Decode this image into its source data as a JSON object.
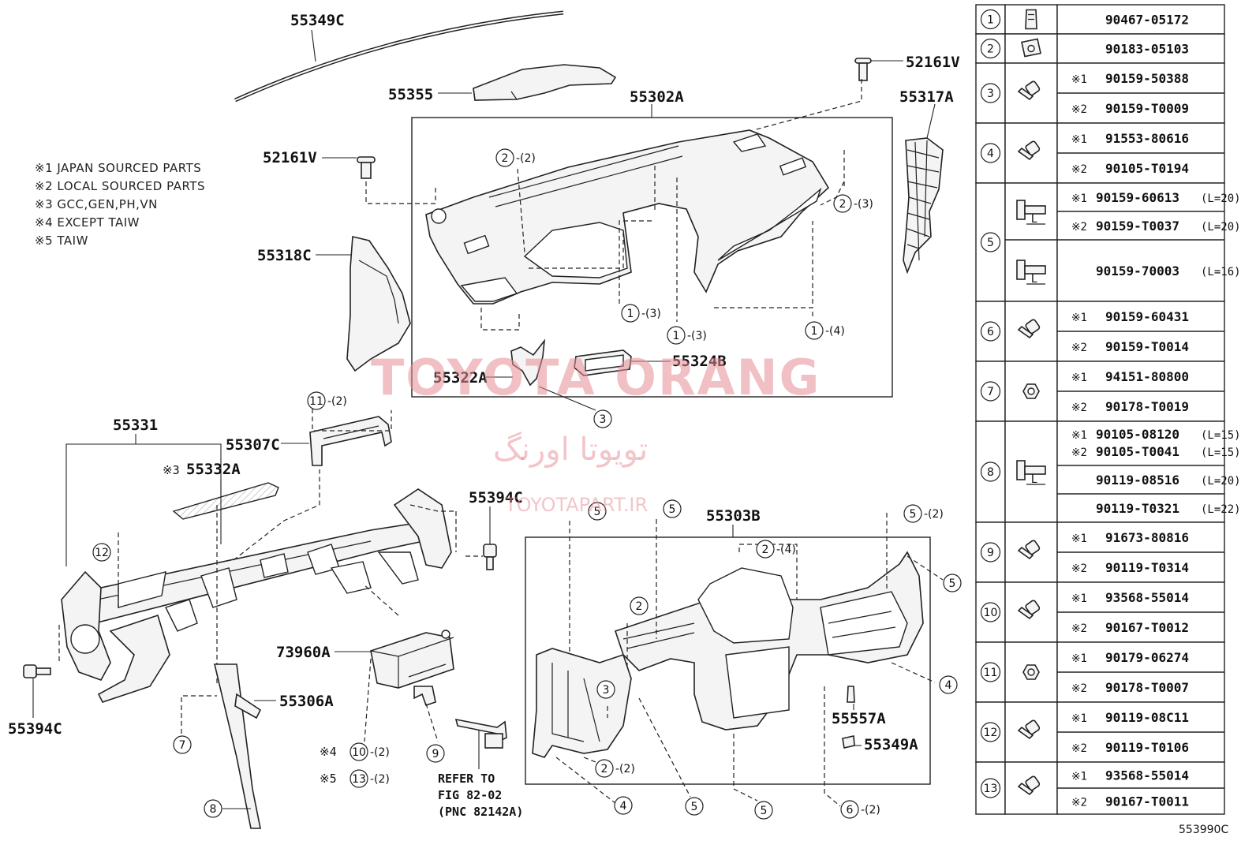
{
  "labels": {
    "l_55349C": "55349C",
    "l_55355": "55355",
    "l_52161V_top": "52161V",
    "l_55302A": "55302A",
    "l_55317A": "55317A",
    "l_52161V_left": "52161V",
    "l_55318C": "55318C",
    "l_55322A": "55322A",
    "l_55324B": "55324B",
    "l_55331": "55331",
    "l_55307C": "55307C",
    "l_55332A": "55332A",
    "l_55394C_right": "55394C",
    "l_55394C_left": "55394C",
    "l_55306A": "55306A",
    "l_73960A": "73960A",
    "l_55303B": "55303B",
    "l_55557A": "55557A",
    "l_55349A": "55349A"
  },
  "notes": [
    "※1 JAPAN SOURCED PARTS",
    "※2 LOCAL SOURCED PARTS",
    "※3 GCC,GEN,PH,VN",
    "※4 EXCEPT TAIW",
    "※5 TAIW"
  ],
  "callouts": {
    "c1": {
      "num": "2",
      "suffix": "-(2)"
    },
    "c2": {
      "num": "2",
      "suffix": "-(3)"
    },
    "c3": {
      "num": "1",
      "suffix": "-(3)"
    },
    "c4": {
      "num": "1",
      "suffix": "-(3)"
    },
    "c5": {
      "num": "1",
      "suffix": "-(4)"
    },
    "c6": {
      "num": "3",
      "suffix": ""
    },
    "c7": {
      "num": "11",
      "suffix": "-(2)"
    },
    "c8": {
      "num": "12",
      "suffix": ""
    },
    "c9": {
      "num": "7",
      "suffix": ""
    },
    "c10": {
      "num": "8",
      "suffix": ""
    },
    "c11": {
      "num": "10",
      "suffix": "-(2)"
    },
    "c12": {
      "num": "13",
      "suffix": "-(2)"
    },
    "c13": {
      "num": "9",
      "suffix": ""
    },
    "c14": {
      "num": "5",
      "suffix": ""
    },
    "c15": {
      "num": "5",
      "suffix": ""
    },
    "c16": {
      "num": "5",
      "suffix": "-(2)"
    },
    "c17": {
      "num": "2",
      "suffix": "-(4)"
    },
    "c18": {
      "num": "5",
      "suffix": ""
    },
    "c19": {
      "num": "2",
      "suffix": ""
    },
    "c20": {
      "num": "3",
      "suffix": ""
    },
    "c21": {
      "num": "4",
      "suffix": ""
    },
    "c22": {
      "num": "2",
      "suffix": "-(2)"
    },
    "c23": {
      "num": "4",
      "suffix": ""
    },
    "c24": {
      "num": "5",
      "suffix": ""
    },
    "c25": {
      "num": "5",
      "suffix": ""
    },
    "c26": {
      "num": "6",
      "suffix": "-(2)"
    }
  },
  "marks": {
    "m_55332A": "※3",
    "m_c11": "※4",
    "m_c12": "※5"
  },
  "refer": [
    "REFER TO",
    "FIG 82-02",
    "(PNC 82142A)"
  ],
  "watermark": {
    "main": "TOYOTA ORANG",
    "farsi": "تویوتا اورنگ",
    "site": "TOYOTAPART.IR"
  },
  "figure_number": "553990C",
  "length_mark": "L",
  "table": [
    {
      "no": "1",
      "rows": [
        {
          "prefix": "",
          "part": "90467-05172",
          "len": ""
        }
      ]
    },
    {
      "no": "2",
      "rows": [
        {
          "prefix": "",
          "part": "90183-05103",
          "len": ""
        }
      ]
    },
    {
      "no": "3",
      "rows": [
        {
          "prefix": "※1",
          "part": "90159-50388",
          "len": ""
        },
        {
          "prefix": "※2",
          "part": "90159-T0009",
          "len": ""
        }
      ]
    },
    {
      "no": "4",
      "rows": [
        {
          "prefix": "※1",
          "part": "91553-80616",
          "len": ""
        },
        {
          "prefix": "※2",
          "part": "90105-T0194",
          "len": ""
        }
      ]
    },
    {
      "no": "5",
      "rows": [
        {
          "prefix": "※1",
          "part": "90159-60613",
          "len": "(L=20)"
        },
        {
          "prefix": "※2",
          "part": "90159-T0037",
          "len": "(L=20)"
        },
        {
          "prefix": "",
          "part": "90159-70003",
          "len": "(L=16)"
        }
      ]
    },
    {
      "no": "6",
      "rows": [
        {
          "prefix": "※1",
          "part": "90159-60431",
          "len": ""
        },
        {
          "prefix": "※2",
          "part": "90159-T0014",
          "len": ""
        }
      ]
    },
    {
      "no": "7",
      "rows": [
        {
          "prefix": "※1",
          "part": "94151-80800",
          "len": ""
        },
        {
          "prefix": "※2",
          "part": "90178-T0019",
          "len": ""
        }
      ]
    },
    {
      "no": "8",
      "rows": [
        {
          "prefix": "※1",
          "part": "90105-08120",
          "len": "(L=15)"
        },
        {
          "prefix": "※2",
          "part": "90105-T0041",
          "len": "(L=15)"
        },
        {
          "prefix": "",
          "part": "90119-08516",
          "len": "(L=20)"
        },
        {
          "prefix": "",
          "part": "90119-T0321",
          "len": "(L=22)"
        }
      ]
    },
    {
      "no": "9",
      "rows": [
        {
          "prefix": "※1",
          "part": "91673-80816",
          "len": ""
        },
        {
          "prefix": "※2",
          "part": "90119-T0314",
          "len": ""
        }
      ]
    },
    {
      "no": "10",
      "rows": [
        {
          "prefix": "※1",
          "part": "93568-55014",
          "len": ""
        },
        {
          "prefix": "※2",
          "part": "90167-T0012",
          "len": ""
        }
      ]
    },
    {
      "no": "11",
      "rows": [
        {
          "prefix": "※1",
          "part": "90179-06274",
          "len": ""
        },
        {
          "prefix": "※2",
          "part": "90178-T0007",
          "len": ""
        }
      ]
    },
    {
      "no": "12",
      "rows": [
        {
          "prefix": "※1",
          "part": "90119-08C11",
          "len": ""
        },
        {
          "prefix": "※2",
          "part": "90119-T0106",
          "len": ""
        }
      ]
    },
    {
      "no": "13",
      "rows": [
        {
          "prefix": "※1",
          "part": "93568-55014",
          "len": ""
        },
        {
          "prefix": "※2",
          "part": "90167-T0011",
          "len": ""
        }
      ]
    }
  ]
}
